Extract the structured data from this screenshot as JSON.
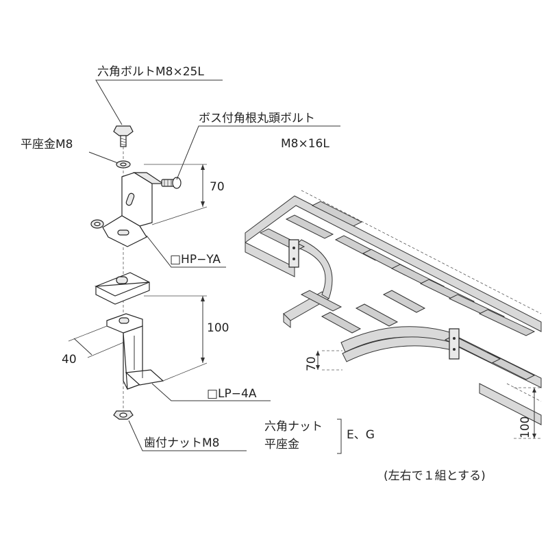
{
  "labels": {
    "hex_bolt": "六角ボルトM8×25L",
    "flat_washer": "平座金M8",
    "boss_bolt_line1": "ボス付角根丸頭ボルト",
    "boss_bolt_line2": "M8×16L",
    "hp_ya": "□HP−YA",
    "lp_4a": "□LP−4A",
    "serrated_nut": "歯付ナットM8",
    "hex_nut": "六角ナット",
    "flat_washer2": "平座金",
    "eg": "E、G",
    "note": "(左右で１組とする)"
  },
  "dimensions": {
    "d70_bracket": "70",
    "d100_bracket": "100",
    "d40": "40",
    "d70_tray": "70",
    "d100_tray": "100"
  }
}
